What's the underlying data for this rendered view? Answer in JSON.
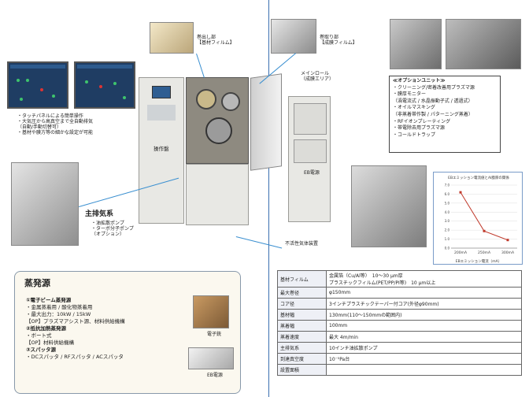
{
  "touch_panel": {
    "notes": [
      "・タッチパネルによる簡単操作",
      "・大気圧から高真空まで全自動排気",
      "（自動/手動切替可）",
      "・基材や膜方等の細かな設定が可能"
    ]
  },
  "labels": {
    "unwind": "巻出し部",
    "unwind_sub": "【基材フィルム】",
    "rewind": "巻取り部",
    "rewind_sub": "【成膜フィルム】",
    "main_roll": "メインロール",
    "main_roll_sub": "（成膜エリア）",
    "control_panel": "操作盤",
    "ebeam_power": "EB電源",
    "pump_main": "主排気系",
    "pump_notes": [
      "・油拡散ポンプ",
      "・ターボ分子ポンプ",
      "（オプション）"
    ],
    "cold_trap": "不活性気体装置"
  },
  "options": {
    "title": "≪オプションユニット≫",
    "items": [
      "・クリーニング/密着改善用プラズマ源",
      "・膜厚モニター",
      "（渦電流式 / 水晶振動子式 / 透過式）",
      "・オイルマスキング",
      "（非蒸着帯作製 / パターニング蒸着）",
      "・RFイオンプレーティング",
      "・帯電除去用プラズマ源",
      "・コールドトラップ"
    ]
  },
  "chart_data": {
    "type": "line",
    "title": "EBエミッション電流値とAl膜厚の関係",
    "categories": [
      "200mA",
      "250mA",
      "300mA"
    ],
    "values": [
      6.2,
      1.9,
      0.9
    ],
    "ylim": [
      0,
      7
    ],
    "yticks": [
      "0.0",
      "1.0",
      "2.0",
      "3.0",
      "4.0",
      "5.0",
      "6.0",
      "7.0"
    ],
    "xlabel": "EBエミッション電流（mA）",
    "color": "#c0392b"
  },
  "evaporation": {
    "title": "蒸発源",
    "lines": [
      "①電子ビーム蒸発源",
      "・金属蒸着用 / 酸化物蒸着用",
      "・最大出力：10kW / 15kW",
      "【OP】プラズマアシスト源、材料供給機構",
      "②抵抗加熱蒸発源",
      "・ボート式",
      "【OP】材料供給機構",
      "③スパッタ源",
      "・DCスパッタ / RFスパッタ / ACスパッタ"
    ],
    "img1": "電子銃",
    "img2": "EB電源"
  },
  "spec": [
    {
      "k": "基材フィルム",
      "v": "金属箔（Cu/Al等）　10〜30 μm厚",
      "v2": "プラスチックフィルム(PET/PP/PI等)　10 μm以上"
    },
    {
      "k": "最大巻径",
      "v": "φ150mm"
    },
    {
      "k": "コア径",
      "v": "3インチプラスチックテーパー付コア(外径φ90mm)"
    },
    {
      "k": "基材幅",
      "v": "130mm(110〜150mmの範囲内)"
    },
    {
      "k": "蒸着幅",
      "v": "100mm"
    },
    {
      "k": "蒸着速度",
      "v": "最大 4m/min"
    },
    {
      "k": "主排気系",
      "v": "10インチ油拡散ポンプ"
    },
    {
      "k": "到達真空度",
      "v": "10⁻⁵Pa台"
    },
    {
      "k": "設置面積",
      "v": ""
    }
  ]
}
